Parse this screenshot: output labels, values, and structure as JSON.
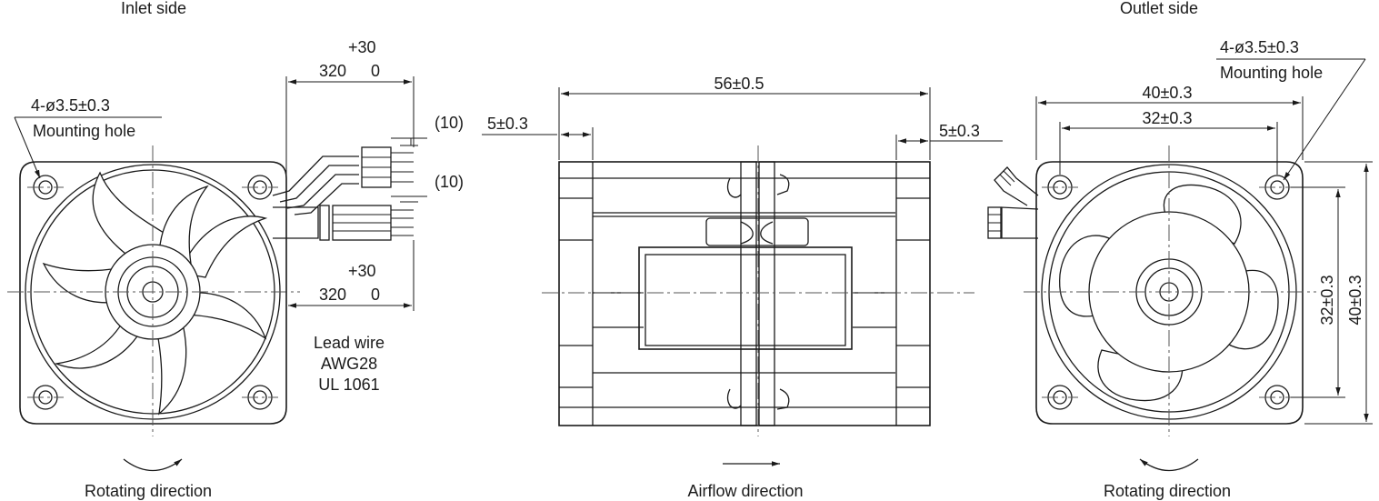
{
  "views": {
    "inlet": {
      "title": "Inlet side",
      "rotating_label": "Rotating direction",
      "mounting_hole_spec": "4-ø3.5±0.3",
      "mounting_hole_label": "Mounting hole",
      "lead_length_top_tol": "+30",
      "lead_length_top_val": "320",
      "lead_length_top_zero": "0",
      "lead_length_bot_tol": "+30",
      "lead_length_bot_val": "320",
      "lead_length_bot_zero": "0",
      "connector_dim_1": "(10)",
      "connector_dim_2": "(10)",
      "lead_wire_line1": "Lead wire",
      "lead_wire_line2": "AWG28",
      "lead_wire_line3": "UL 1061"
    },
    "side": {
      "overall_width": "56±0.5",
      "left_flange": "5±0.3",
      "right_flange": "5±0.3",
      "airflow_label": "Airflow direction"
    },
    "outlet": {
      "title": "Outlet side",
      "rotating_label": "Rotating direction",
      "mounting_hole_spec": "4-ø3.5±0.3",
      "mounting_hole_label": "Mounting hole",
      "width_outer": "40±0.3",
      "width_inner": "32±0.3",
      "height_inner": "32±0.3",
      "height_outer": "40±0.3"
    }
  }
}
